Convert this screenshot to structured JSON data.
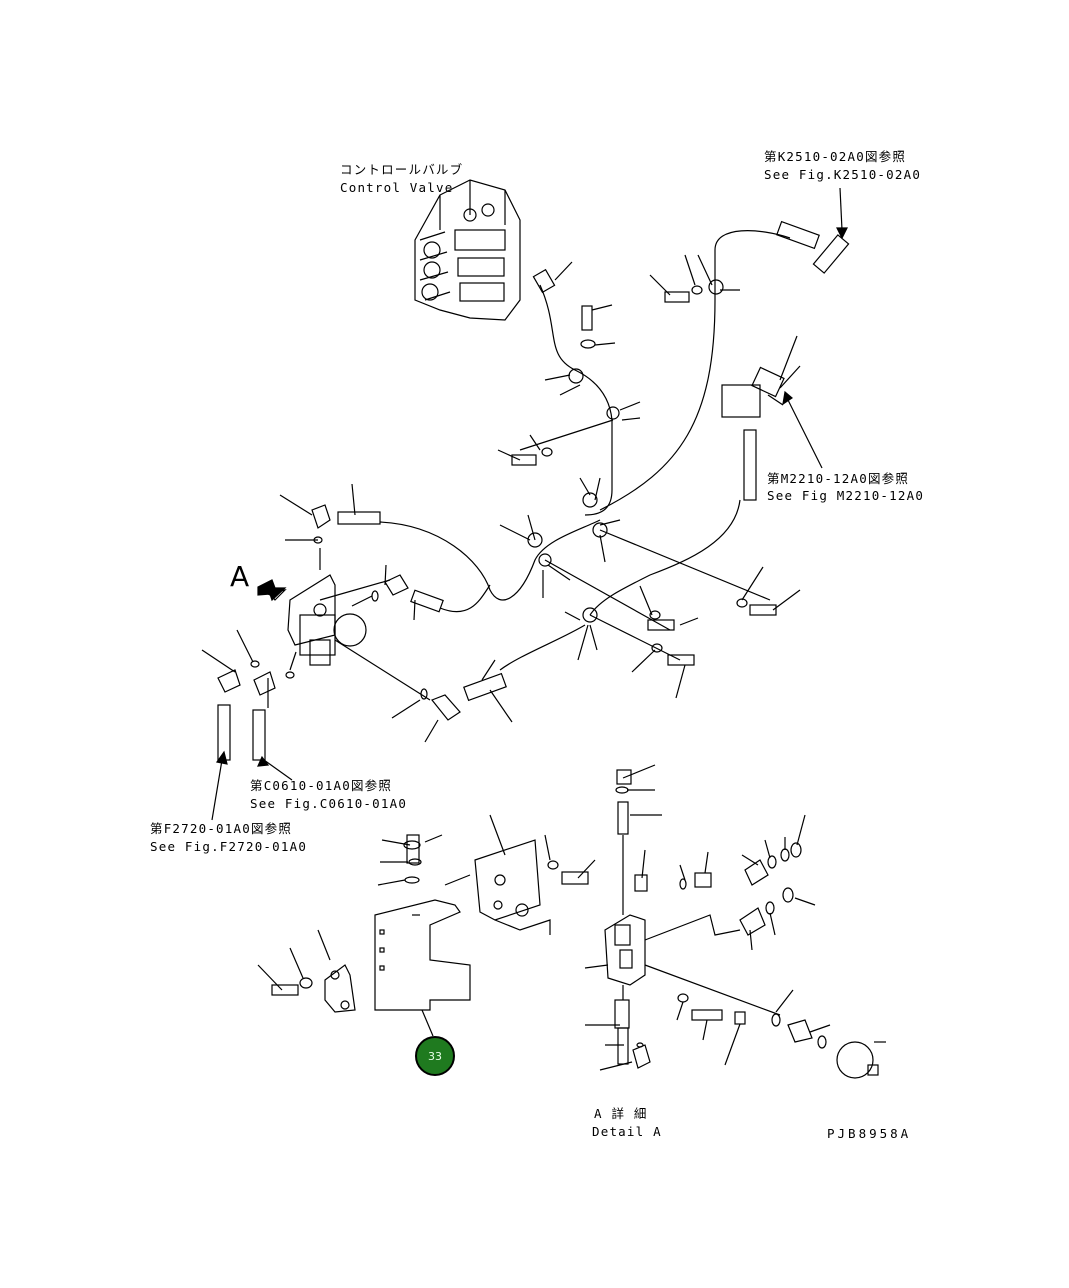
{
  "labels": {
    "control_valve_jp": "コントロールバルブ",
    "control_valve_en": "Control Valve",
    "k2510_jp": "第K2510-02A0図参照",
    "k2510_en": "See Fig.K2510-02A0",
    "m2210_jp": "第M2210-12A0図参照",
    "m2210_en": "See Fig M2210-12A0",
    "c0610_jp": "第C0610-01A0図参照",
    "c0610_en": "See Fig.C0610-01A0",
    "f2720_jp": "第F2720-01A0図参照",
    "f2720_en": "See Fig.F2720-01A0",
    "view_a": "A",
    "detail_jp": "A 詳 細",
    "detail_en": "Detail A",
    "drawing_no": "PJB8958A"
  },
  "callouts": [
    {
      "number": "33",
      "color": "#1f7a1f"
    }
  ]
}
